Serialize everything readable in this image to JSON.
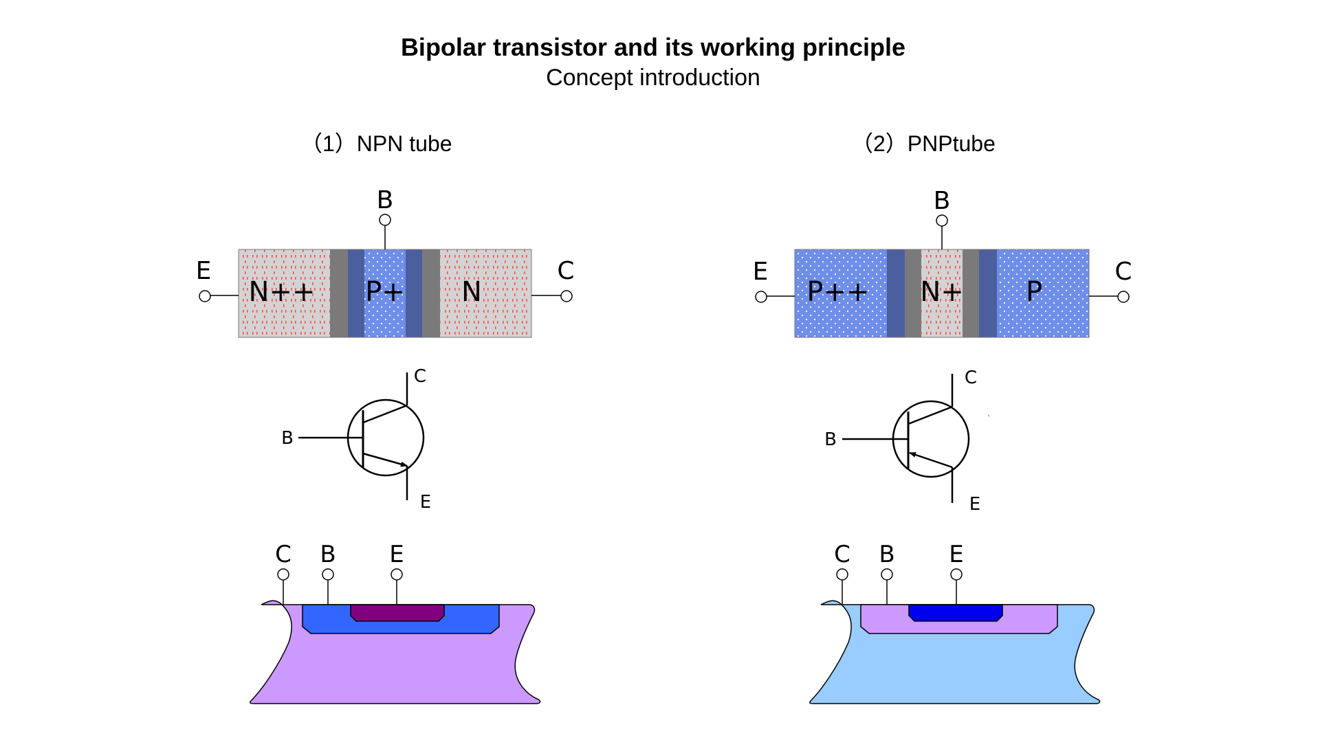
{
  "header": {
    "title": "Bipolar transistor and its working principle",
    "subtitle": "Concept introduction"
  },
  "npn": {
    "title": "（1）NPN tube",
    "structure": {
      "regions": [
        "N++",
        "P+",
        "N"
      ],
      "terminal_e": "E",
      "terminal_b": "B",
      "terminal_c": "C"
    },
    "symbol": {
      "b": "B",
      "c": "C",
      "e": "E"
    },
    "cross_section": {
      "c": "C",
      "b": "B",
      "e": "E"
    }
  },
  "pnp": {
    "title": "（2）PNPtube",
    "structure": {
      "regions": [
        "P++",
        "N+",
        "P"
      ],
      "terminal_e": "E",
      "terminal_b": "B",
      "terminal_c": "C"
    },
    "symbol": {
      "b": "B",
      "c": "C",
      "e": "E"
    },
    "cross_section": {
      "c": "C",
      "b": "B",
      "e": "E"
    }
  },
  "colors": {
    "n_region": "#d3d3d3",
    "n_dots": "#ff4d4d",
    "p_region": "#6f8ee8",
    "p_dots": "#ffffff",
    "depletion_dark_blue": "#4b5f9e",
    "depletion_gray": "#7a7a7a",
    "npn_substrate": "#cc99ff",
    "npn_base_well": "#3366ff",
    "npn_emitter": "#800080",
    "pnp_substrate": "#99ccff",
    "pnp_base_well": "#cc99ff",
    "pnp_emitter": "#0000ee"
  }
}
